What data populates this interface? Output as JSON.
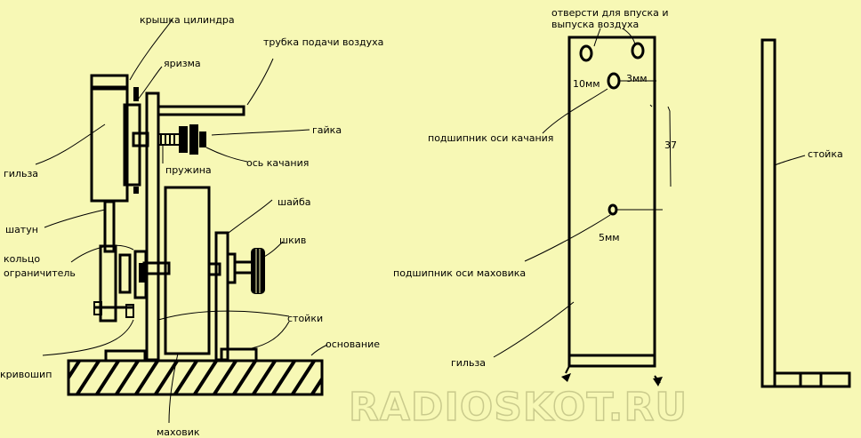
{
  "left_diagram": {
    "labels": {
      "cylinder_cap": "крышка цилиндра",
      "prism": "яризма",
      "air_tube": "трубка подачи воздуха",
      "nut": "гайка",
      "spring": "пружина",
      "pivot_axis": "ось качания",
      "sleeve": "гильза",
      "washer": "шайба",
      "connecting_rod": "шатун",
      "pulley": "шкив",
      "limit_ring_1": "кольцо",
      "limit_ring_2": "ограничитель",
      "posts": "стойки",
      "base": "основание",
      "crank_pin": "кривошип",
      "flywheel": "маховик"
    }
  },
  "middle_diagram": {
    "labels": {
      "holes_1": "отверсти для впуска и",
      "holes_2": "выпуска воздуха",
      "dim_10mm": "10мм",
      "dim_3mm": "3мм",
      "dim_37": "37",
      "pivot_bearing": "подшипник оси качания",
      "dim_5mm": "5мм",
      "flywheel_bearing": "подшипник оси маховика",
      "sleeve": "гильза"
    }
  },
  "right_diagram": {
    "labels": {
      "post": "стойка"
    }
  },
  "watermark": "RADIOSKOT.RU",
  "colors": {
    "background": "#f7f8b5",
    "ink": "#000000"
  }
}
